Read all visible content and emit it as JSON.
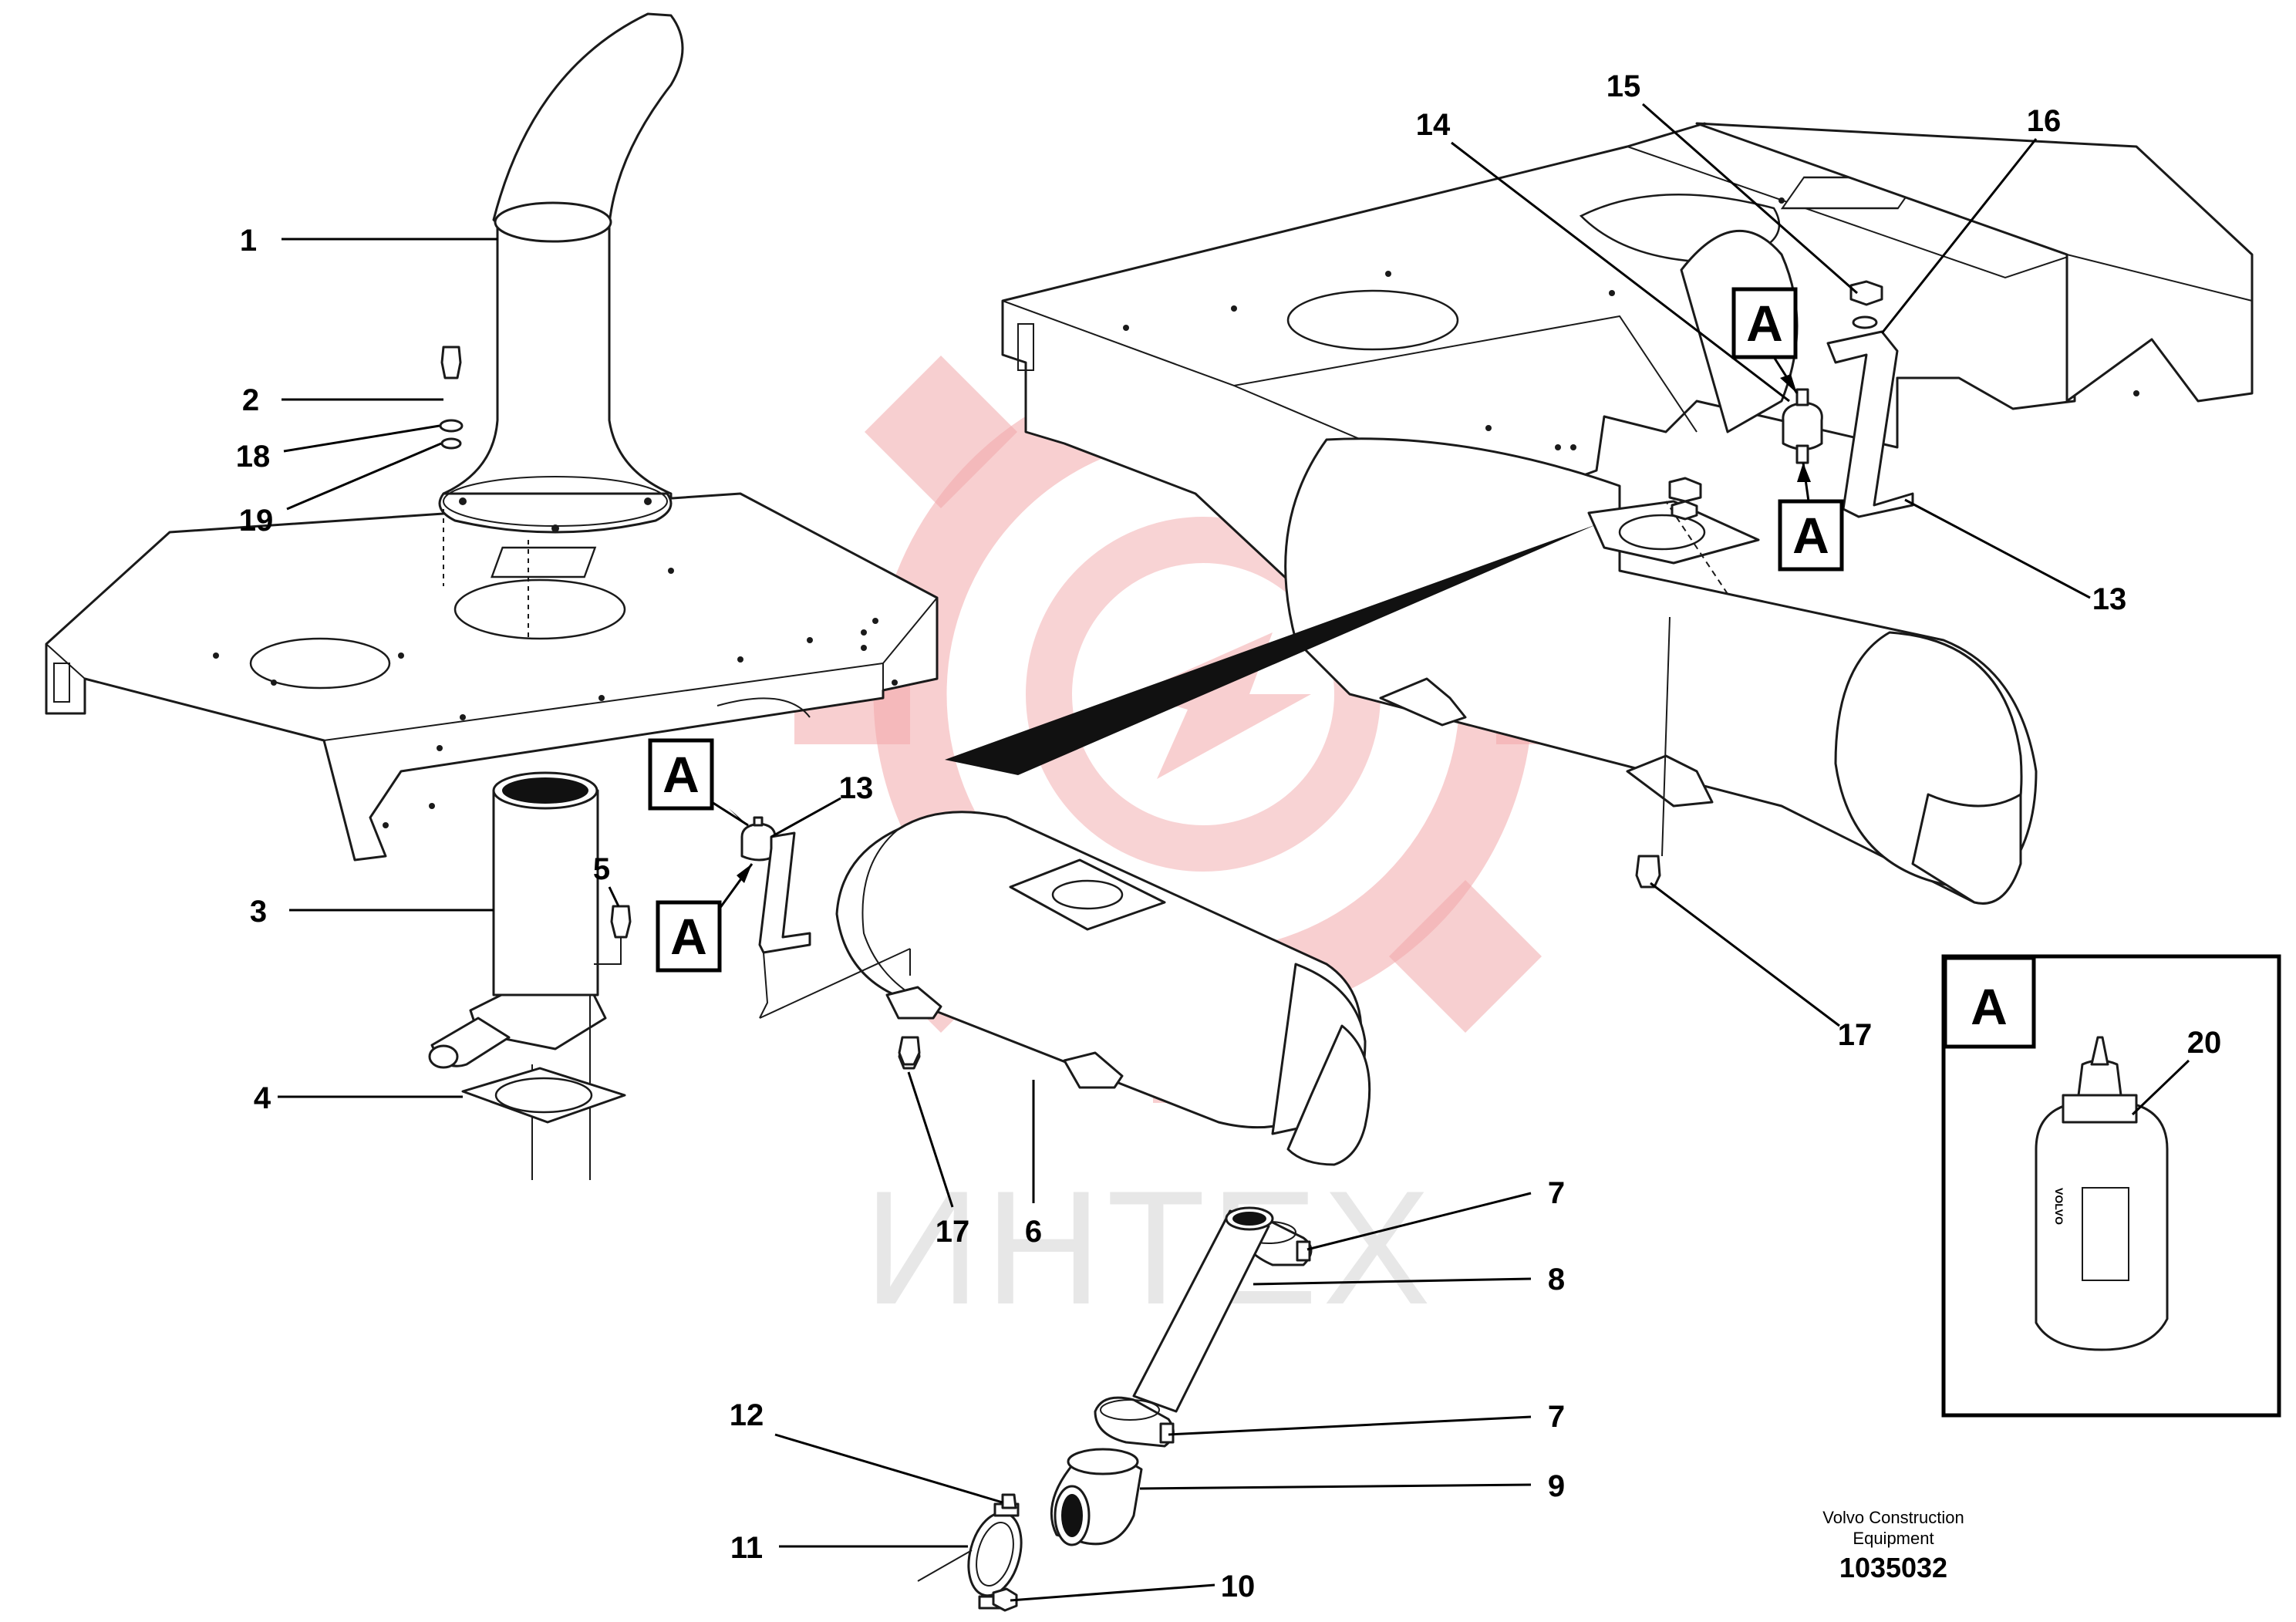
{
  "callouts": [
    {
      "id": "1",
      "label": "1"
    },
    {
      "id": "2",
      "label": "2"
    },
    {
      "id": "18",
      "label": "18"
    },
    {
      "id": "19",
      "label": "19"
    },
    {
      "id": "3",
      "label": "3"
    },
    {
      "id": "5",
      "label": "5"
    },
    {
      "id": "4",
      "label": "4"
    },
    {
      "id": "13a",
      "label": "13"
    },
    {
      "id": "17a",
      "label": "17"
    },
    {
      "id": "6",
      "label": "6"
    },
    {
      "id": "7a",
      "label": "7"
    },
    {
      "id": "8",
      "label": "8"
    },
    {
      "id": "7b",
      "label": "7"
    },
    {
      "id": "9",
      "label": "9"
    },
    {
      "id": "12",
      "label": "12"
    },
    {
      "id": "11",
      "label": "11"
    },
    {
      "id": "10",
      "label": "10"
    },
    {
      "id": "14",
      "label": "14"
    },
    {
      "id": "15",
      "label": "15"
    },
    {
      "id": "16",
      "label": "16"
    },
    {
      "id": "13b",
      "label": "13"
    },
    {
      "id": "17b",
      "label": "17"
    },
    {
      "id": "20",
      "label": "20"
    }
  ],
  "markers": {
    "detail_letter": "A"
  },
  "watermark": {
    "text": "ИНТЕХ"
  },
  "footer": {
    "company_line1": "Volvo Construction",
    "company_line2": "Equipment",
    "figure_number": "1035032"
  },
  "bottle_label": "VOLVO"
}
